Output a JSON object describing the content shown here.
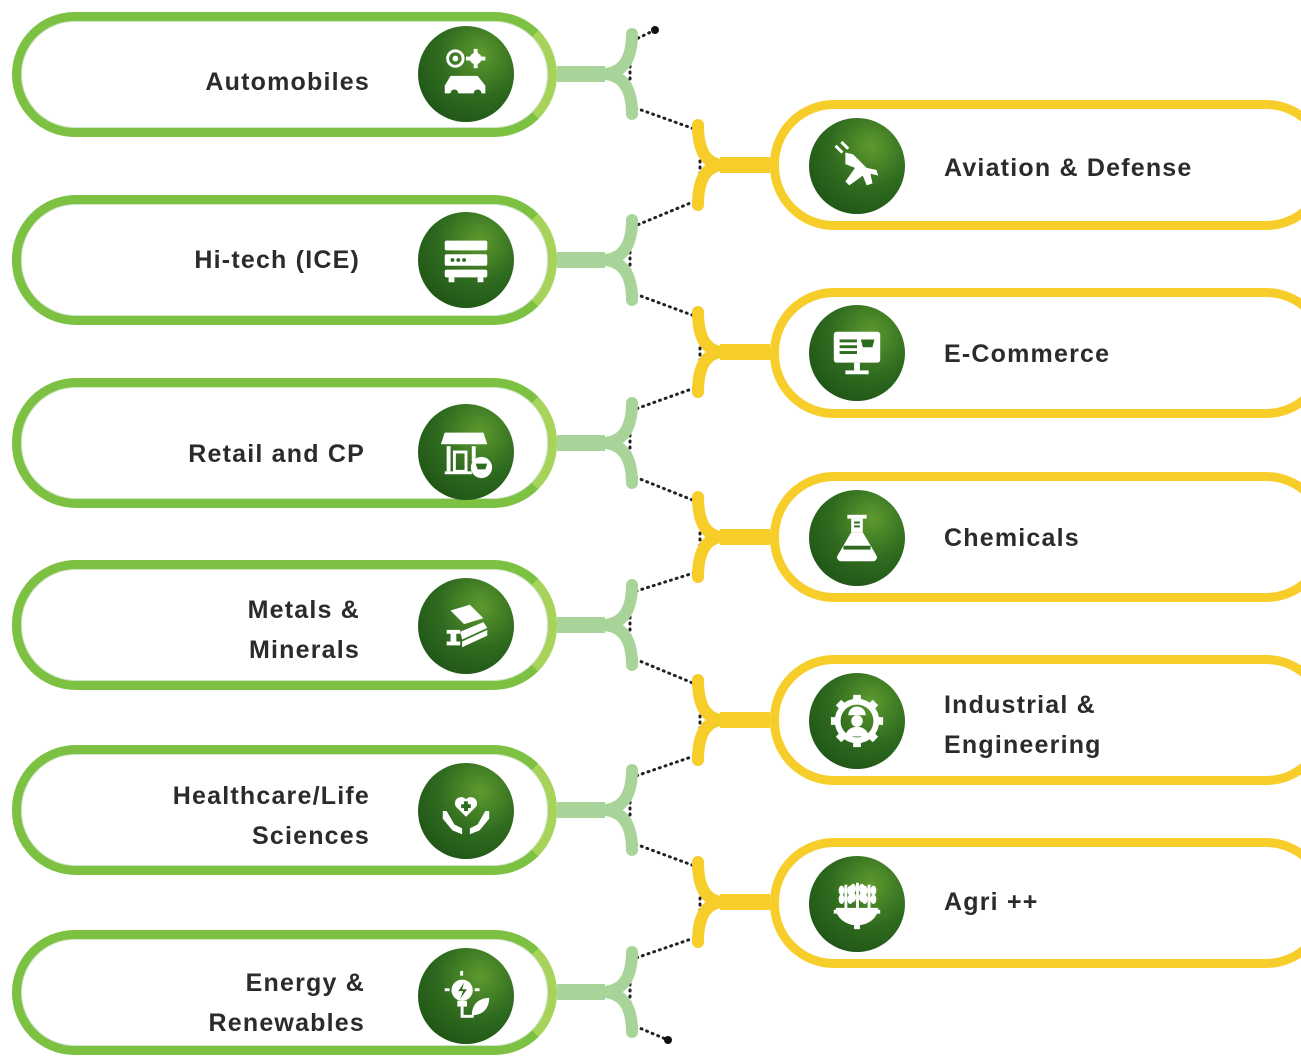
{
  "left_items": [
    {
      "label_lines": [
        "Automobiles"
      ],
      "icon": "car-gear-icon"
    },
    {
      "label_lines": [
        "Hi-tech (ICE)"
      ],
      "icon": "server-icon"
    },
    {
      "label_lines": [
        "Retail and  CP"
      ],
      "icon": "store-cart-icon"
    },
    {
      "label_lines": [
        "Metals &",
        "Minerals"
      ],
      "icon": "steel-beam-icon"
    },
    {
      "label_lines": [
        "Healthcare/Life",
        "Sciences"
      ],
      "icon": "heart-hands-icon"
    },
    {
      "label_lines": [
        "Energy &",
        "Renewables"
      ],
      "icon": "bulb-leaf-icon"
    }
  ],
  "right_items": [
    {
      "label_lines": [
        "Aviation & Defense"
      ],
      "icon": "fighter-jet-icon"
    },
    {
      "label_lines": [
        "E-Commerce"
      ],
      "icon": "monitor-cart-icon"
    },
    {
      "label_lines": [
        "Chemicals"
      ],
      "icon": "flask-icon"
    },
    {
      "label_lines": [
        "Industrial &",
        "Engineering"
      ],
      "icon": "gear-worker-icon"
    },
    {
      "label_lines": [
        "Agri ++"
      ],
      "icon": "wheat-gear-icon"
    }
  ],
  "colors": {
    "green_border": "#7cc142",
    "yellow_border": "#f7cd2a",
    "left_connector": "#a8d49a",
    "right_connector": "#f7cd2a",
    "icon_dark": "#174a12",
    "icon_light": "#5d9a2e",
    "label_text": "#2b2b2b"
  }
}
